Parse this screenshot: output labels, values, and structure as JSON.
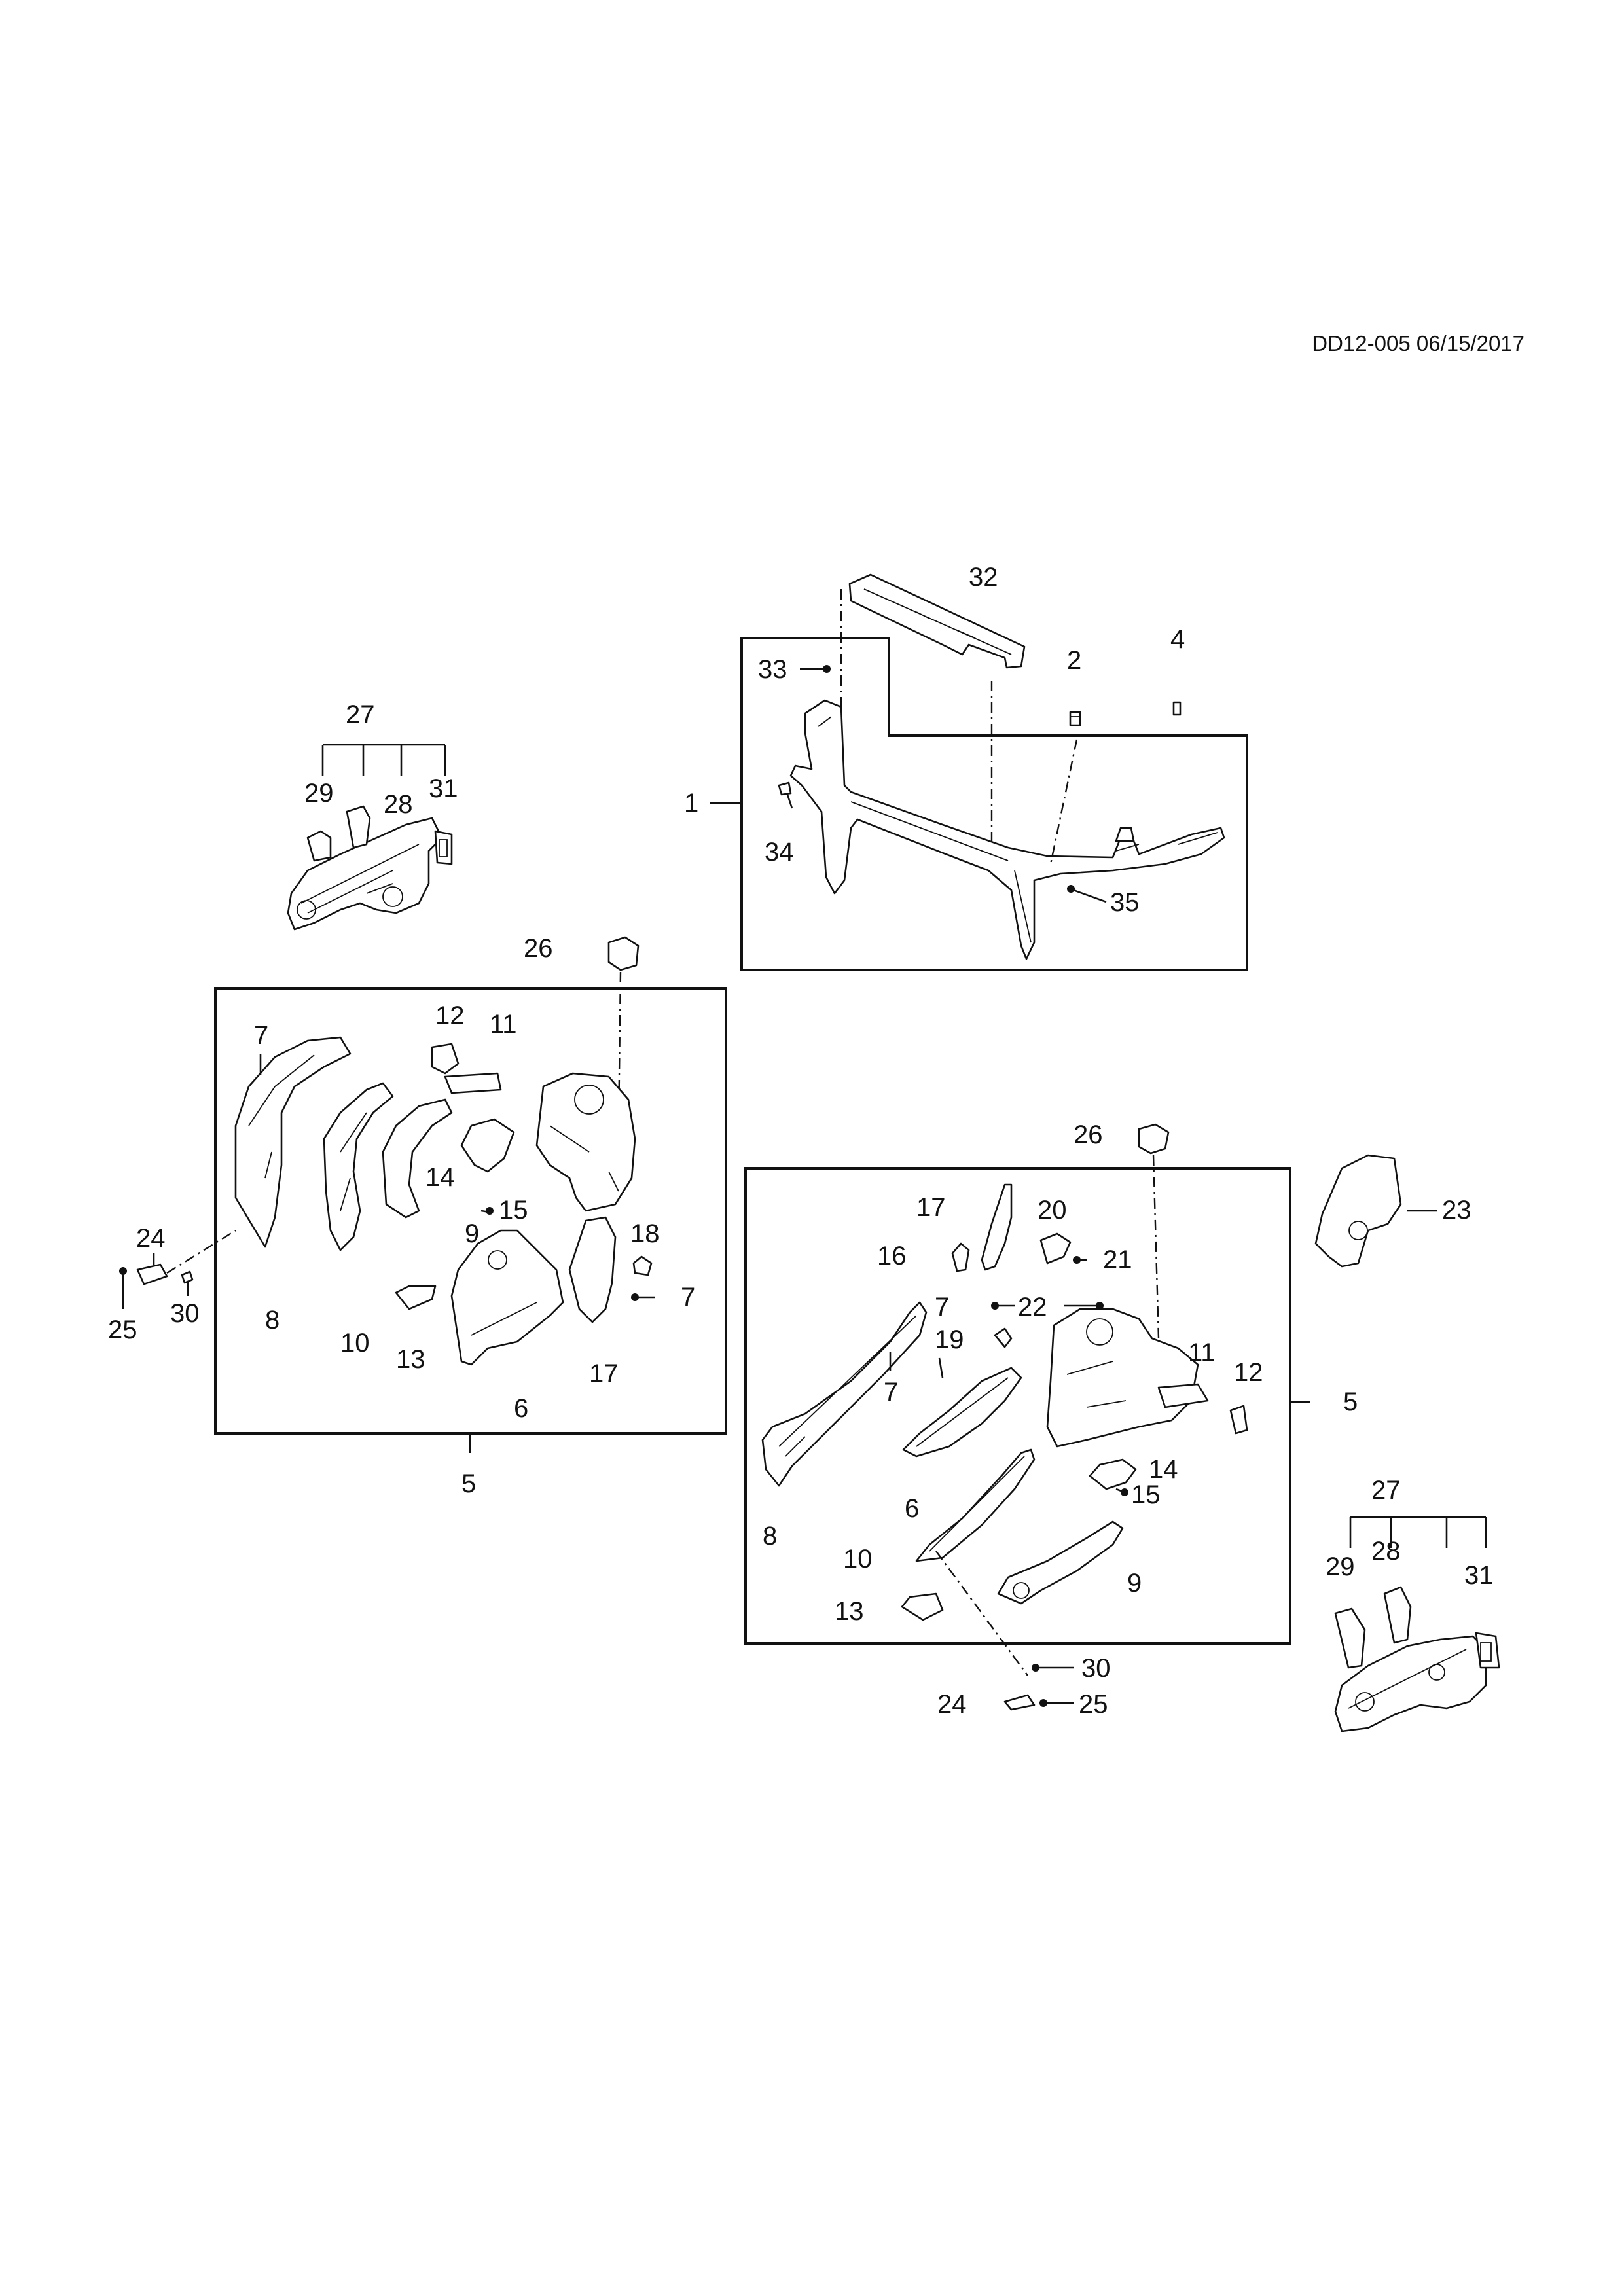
{
  "doc_ref": "DD12-005 06/15/2017",
  "labels": {
    "n1": "1",
    "n2": "2",
    "n4": "4",
    "n5": "5",
    "n6": "6",
    "n7": "7",
    "n8": "8",
    "n9": "9",
    "n10": "10",
    "n11": "11",
    "n12": "12",
    "n13": "13",
    "n14": "14",
    "n15": "15",
    "n16": "16",
    "n17": "17",
    "n18": "18",
    "n19": "19",
    "n20": "20",
    "n21": "21",
    "n22": "22",
    "n23": "23",
    "n24": "24",
    "n25": "25",
    "n26": "26",
    "n27": "27",
    "n28": "28",
    "n29": "29",
    "n30": "30",
    "n31": "31",
    "n32": "32",
    "n33": "33",
    "n34": "34",
    "n35": "35"
  }
}
